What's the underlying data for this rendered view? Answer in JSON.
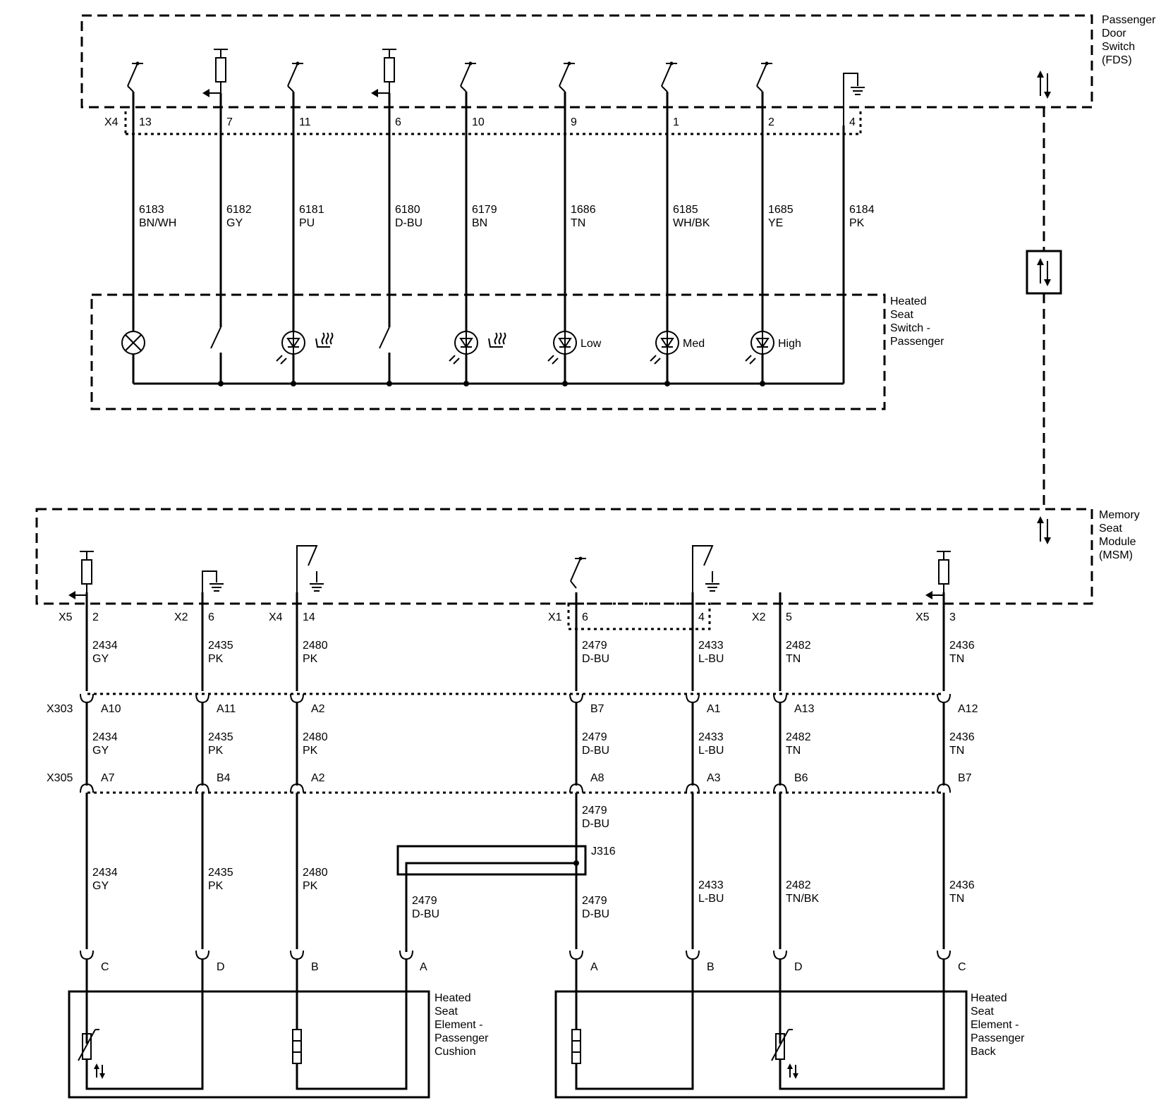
{
  "modules": {
    "fds": [
      "Passenger",
      "Door",
      "Switch",
      "(FDS)"
    ],
    "hss": [
      "Heated",
      "Seat",
      "Switch -",
      "Passenger"
    ],
    "msm": [
      "Memory",
      "Seat",
      "Module",
      "(MSM)"
    ],
    "cushion": [
      "Heated",
      "Seat",
      "Element -",
      "Passenger",
      "Cushion"
    ],
    "back": [
      "Heated",
      "Seat",
      "Element -",
      "Passenger",
      "Back"
    ]
  },
  "top_connector": "X4",
  "top_circuits": [
    {
      "pin": "13",
      "circuit": "6183",
      "color": "BN/WH",
      "source": "switch",
      "switch_item": "lamp",
      "switch_label": ""
    },
    {
      "pin": "7",
      "circuit": "6182",
      "color": "GY",
      "source": "pullup",
      "switch_item": "switch",
      "switch_label": ""
    },
    {
      "pin": "11",
      "circuit": "6181",
      "color": "PU",
      "source": "switch",
      "switch_item": "led-seat",
      "switch_label": ""
    },
    {
      "pin": "6",
      "circuit": "6180",
      "color": "D-BU",
      "source": "pullup",
      "switch_item": "switch",
      "switch_label": ""
    },
    {
      "pin": "10",
      "circuit": "6179",
      "color": "BN",
      "source": "switch",
      "switch_item": "led-back",
      "switch_label": ""
    },
    {
      "pin": "9",
      "circuit": "1686",
      "color": "TN",
      "source": "switch",
      "switch_item": "led",
      "switch_label": "Low"
    },
    {
      "pin": "1",
      "circuit": "6185",
      "color": "WH/BK",
      "source": "switch",
      "switch_item": "led",
      "switch_label": "Med"
    },
    {
      "pin": "2",
      "circuit": "1685",
      "color": "YE",
      "source": "switch",
      "switch_item": "led",
      "switch_label": "High"
    },
    {
      "pin": "4",
      "circuit": "6184",
      "color": "PK",
      "source": "ground",
      "switch_item": "none",
      "switch_label": ""
    }
  ],
  "inline_connectors": [
    "X303",
    "X305"
  ],
  "splice": "J316",
  "bottom_circuits": [
    {
      "conn": "X5",
      "pin": "2",
      "c1": "2434",
      "col1": "GY",
      "x303": "A10",
      "c2": "2434",
      "col2": "GY",
      "x305": "A7",
      "c3": "2434",
      "col3": "GY",
      "elem": "C"
    },
    {
      "conn": "X2",
      "pin": "6",
      "c1": "2435",
      "col1": "PK",
      "x303": "A11",
      "c2": "2435",
      "col2": "PK",
      "x305": "B4",
      "c3": "2435",
      "col3": "PK",
      "elem": "D"
    },
    {
      "conn": "X4",
      "pin": "14",
      "c1": "2480",
      "col1": "PK",
      "x303": "A2",
      "c2": "2480",
      "col2": "PK",
      "x305": "A2",
      "c3": "2480",
      "col3": "PK",
      "elem": "B"
    },
    {
      "conn": "X1",
      "pin": "6",
      "c1": "2479",
      "col1": "D-BU",
      "x303": "B7",
      "c2": "2479",
      "col2": "D-BU",
      "x305": "A8",
      "c3": "2479",
      "col3": "D-BU",
      "elem": "A"
    },
    {
      "conn": "",
      "pin": "4",
      "c1": "2433",
      "col1": "L-BU",
      "x303": "A1",
      "c2": "2433",
      "col2": "L-BU",
      "x305": "A3",
      "c3": "2433",
      "col3": "L-BU",
      "elem": "B"
    },
    {
      "conn": "X2",
      "pin": "5",
      "c1": "2482",
      "col1": "TN",
      "x303": "A13",
      "c2": "2482",
      "col2": "TN",
      "x305": "B6",
      "c3": "2482",
      "col3": "TN/BK",
      "elem": "D"
    },
    {
      "conn": "X5",
      "pin": "3",
      "c1": "2436",
      "col1": "TN",
      "x303": "A12",
      "c2": "2436",
      "col2": "TN",
      "x305": "B7",
      "c3": "2436",
      "col3": "TN",
      "elem": "C"
    }
  ],
  "between_x305_splice": {
    "circuit": "2479",
    "color": "D-BU"
  },
  "splice_branch": {
    "circuit": "2479",
    "color": "D-BU",
    "elem": "A"
  },
  "switch_labels": {
    "low": "Low",
    "med": "Med",
    "high": "High"
  }
}
